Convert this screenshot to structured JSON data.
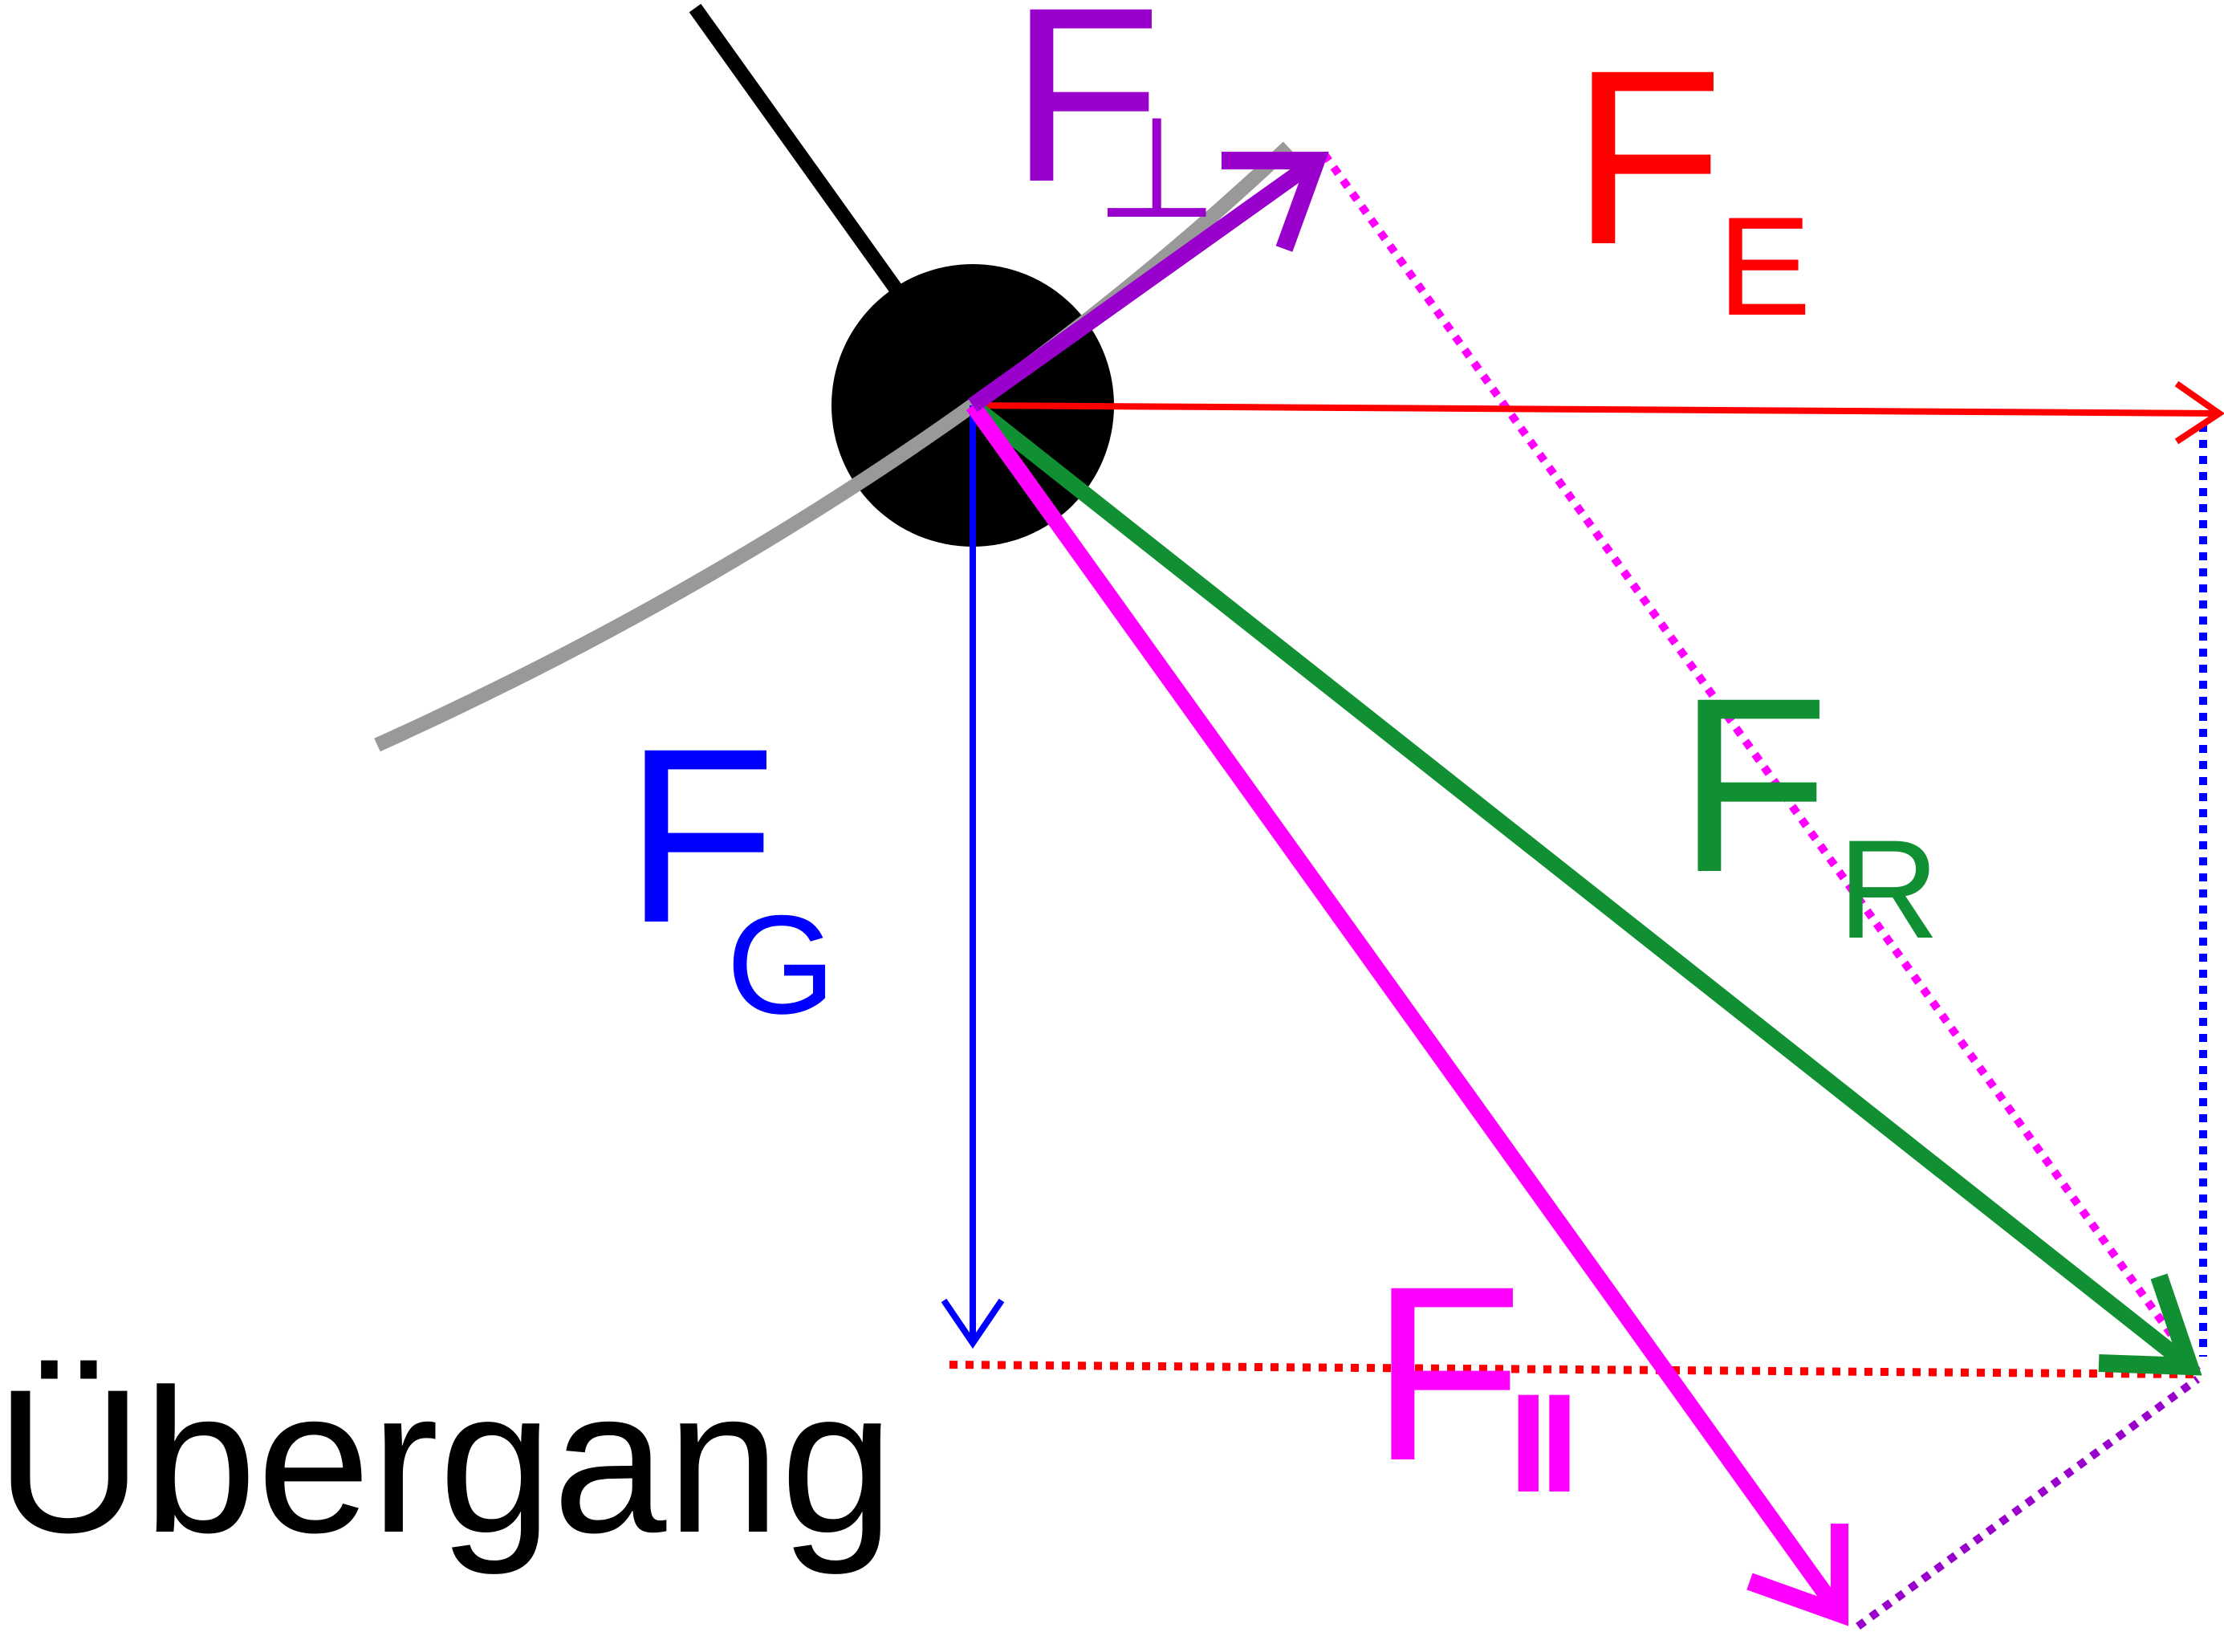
{
  "caption": "Übergang",
  "labels": {
    "perp": {
      "main": "F",
      "sub": "⊥"
    },
    "e": {
      "main": "F",
      "sub": "E"
    },
    "r": {
      "main": "F",
      "sub": "R"
    },
    "g": {
      "main": "F",
      "sub": "G"
    },
    "par": {
      "main": "F",
      "sub": "II"
    }
  },
  "colors": {
    "perp": "#9900cc",
    "e": "#ff0000",
    "r": "#119033",
    "g": "#0000ff",
    "par": "#ff00ff",
    "track": "#999999",
    "pendulum": "#000000",
    "ball": "#000000",
    "caption": "#000000"
  }
}
